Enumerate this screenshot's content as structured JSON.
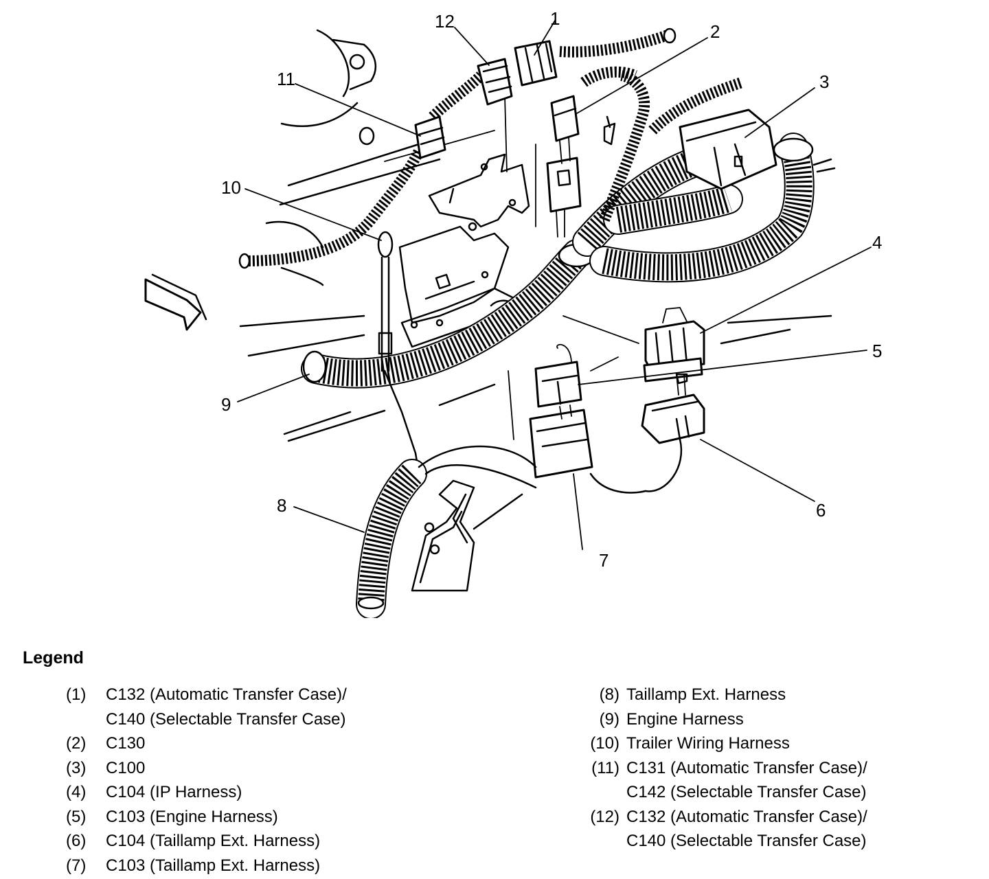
{
  "callouts": [
    "1",
    "2",
    "3",
    "4",
    "5",
    "6",
    "7",
    "8",
    "9",
    "10",
    "11",
    "12"
  ],
  "legend": {
    "title": "Legend",
    "items_left": [
      {
        "num": "(1)",
        "text": "C132 (Automatic Transfer Case)/\nC140 (Selectable Transfer Case)"
      },
      {
        "num": "(2)",
        "text": "C130"
      },
      {
        "num": "(3)",
        "text": "C100"
      },
      {
        "num": "(4)",
        "text": "C104 (IP Harness)"
      },
      {
        "num": "(5)",
        "text": "C103 (Engine Harness)"
      },
      {
        "num": "(6)",
        "text": "C104 (Taillamp Ext. Harness)"
      },
      {
        "num": "(7)",
        "text": "C103 (Taillamp Ext. Harness)"
      }
    ],
    "items_right": [
      {
        "num": "(8)",
        "text": "Taillamp Ext. Harness"
      },
      {
        "num": "(9)",
        "text": "Engine Harness"
      },
      {
        "num": "(10)",
        "text": "Trailer Wiring Harness"
      },
      {
        "num": "(11)",
        "text": "C131 (Automatic Transfer Case)/\nC142 (Selectable Transfer Case)"
      },
      {
        "num": "(12)",
        "text": "C132 (Automatic Transfer Case)/\nC140 (Selectable Transfer Case)"
      }
    ]
  }
}
